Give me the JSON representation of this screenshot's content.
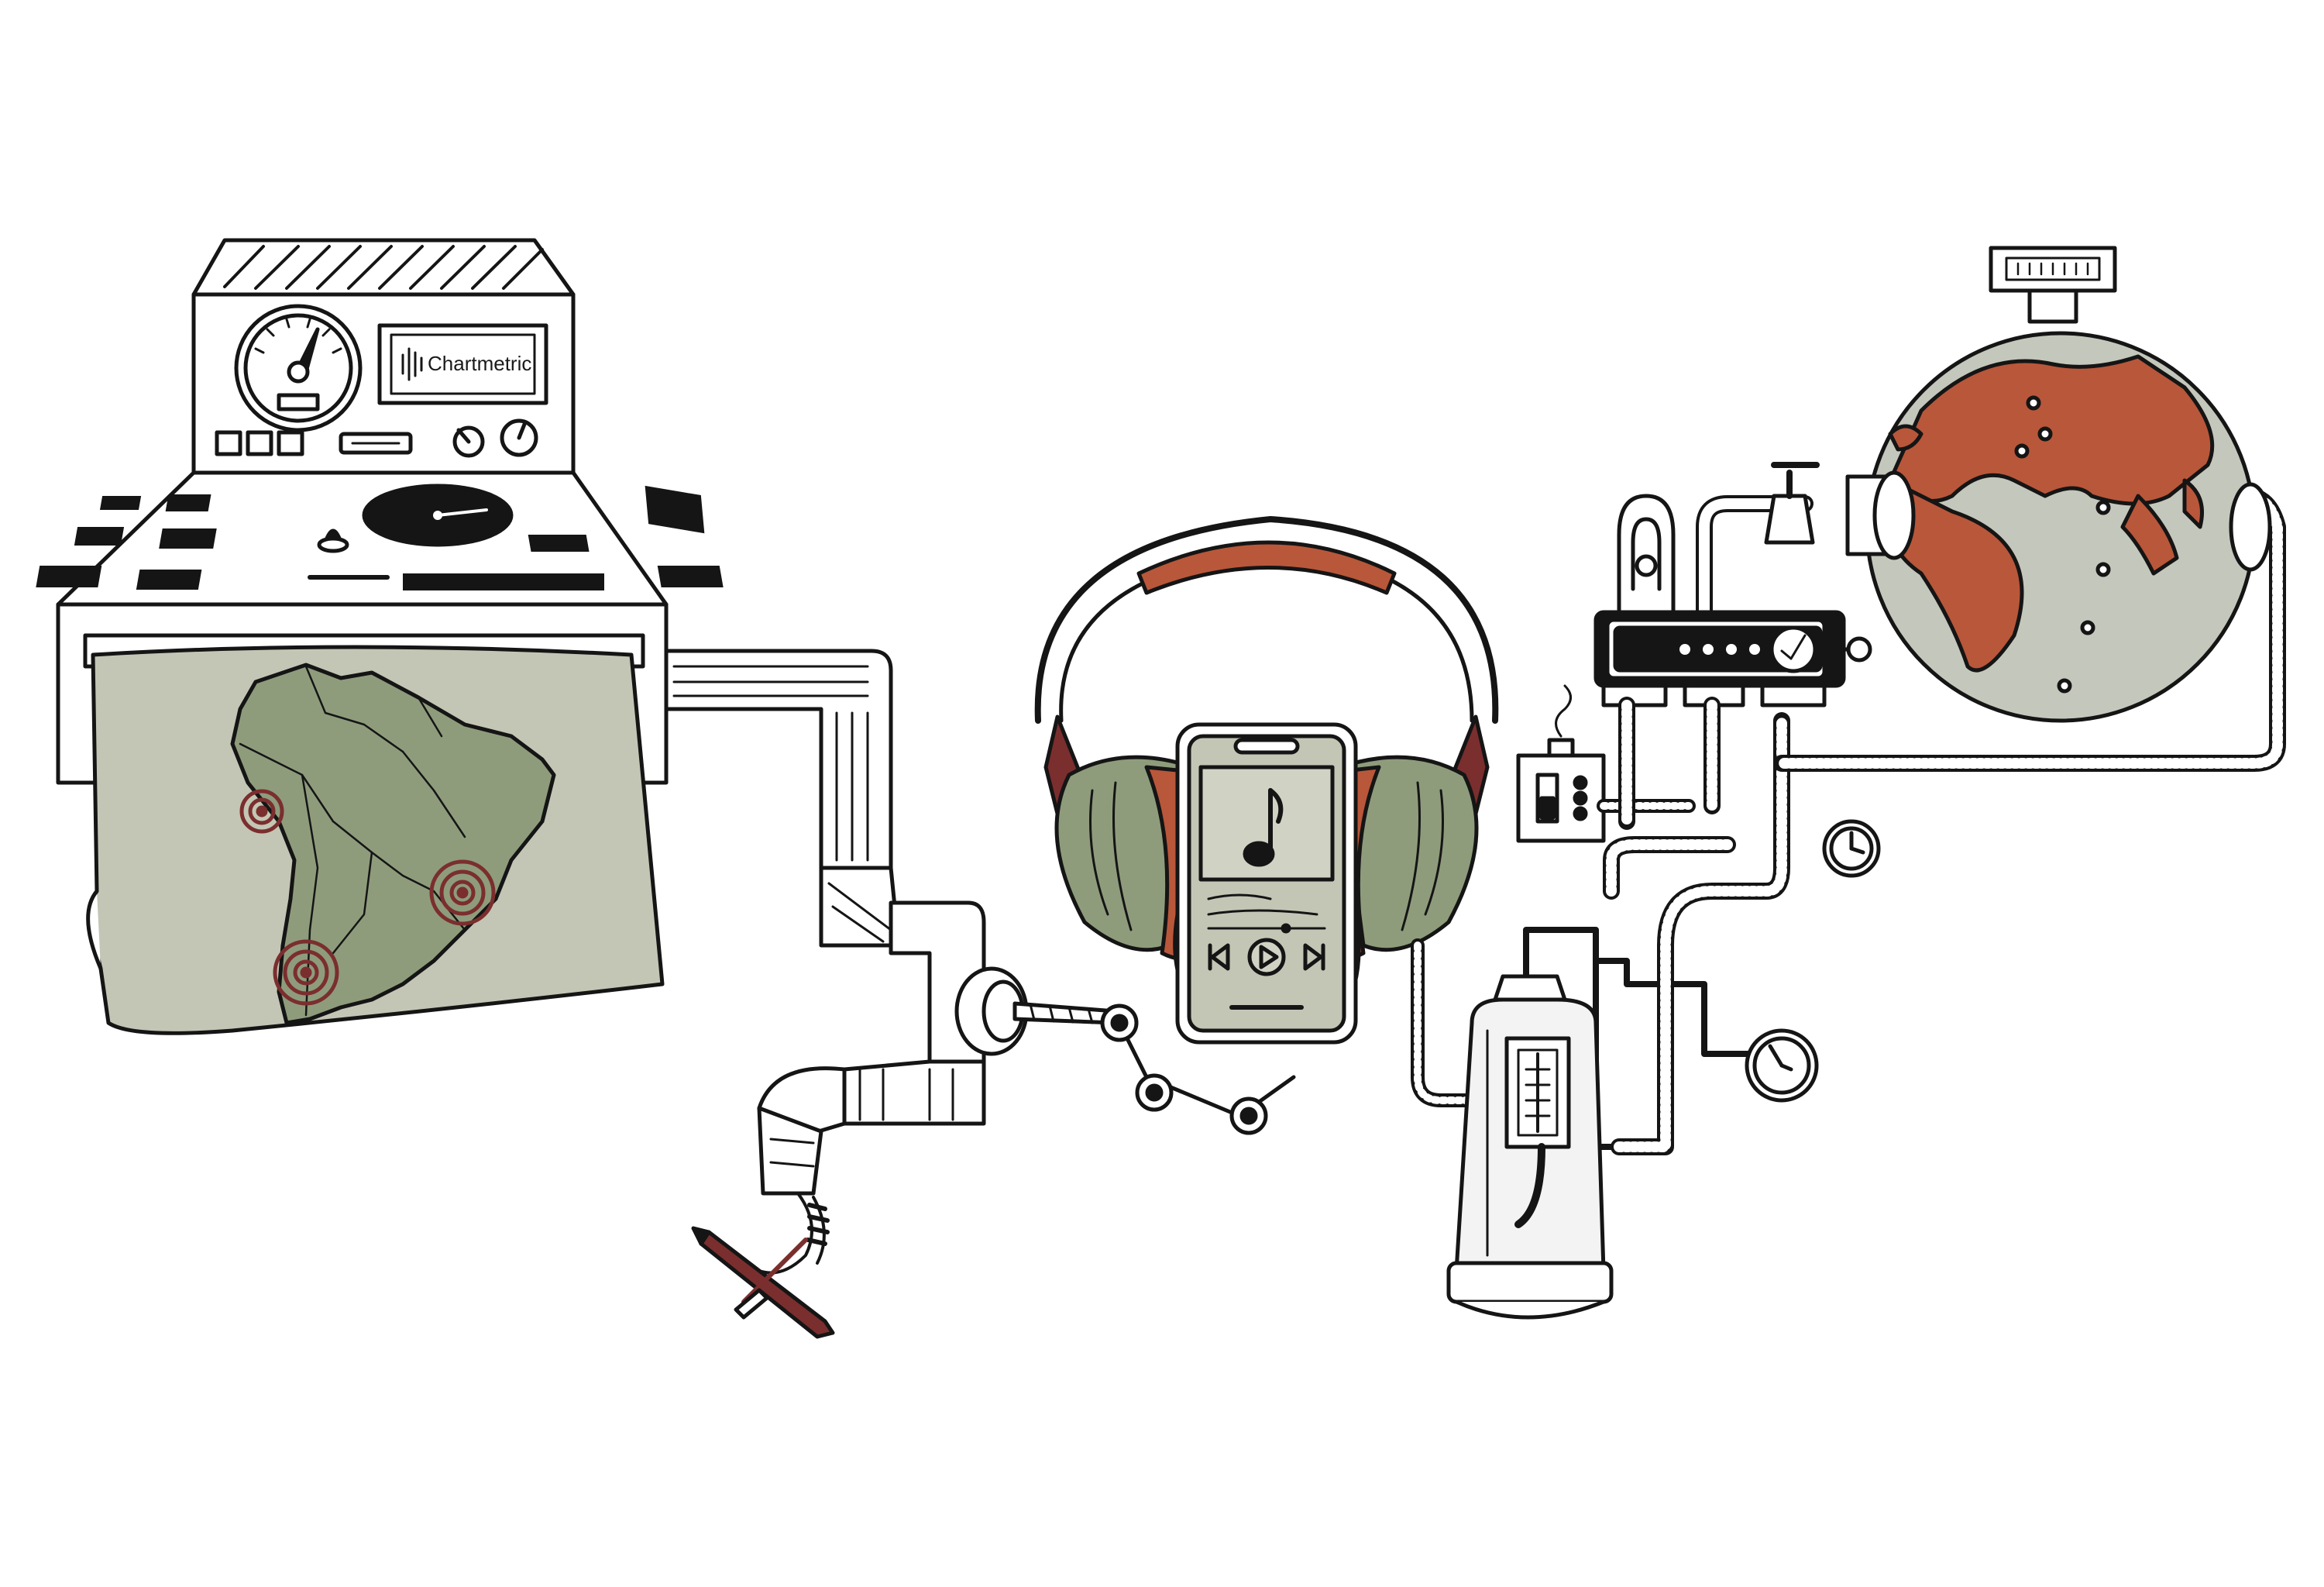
{
  "brand": {
    "logo_label": "Chartmetric"
  },
  "colors": {
    "ink": "#151515",
    "paper": "#ffffff",
    "map_land": "#8e9c7c",
    "map_paper": "#c3c6b5",
    "rust": "#b9573a",
    "globe_sea": "#c4c7bb",
    "marker": "#7b2e2e",
    "metal": "#f3f3f3"
  },
  "icons": {
    "console": "music-data-console",
    "map": "south-america-map",
    "phone": "smartphone-music-player",
    "headphones": "headphones",
    "globe": "world-globe",
    "router": "network-router-device",
    "tank": "pressure-tank",
    "pen": "pen"
  }
}
